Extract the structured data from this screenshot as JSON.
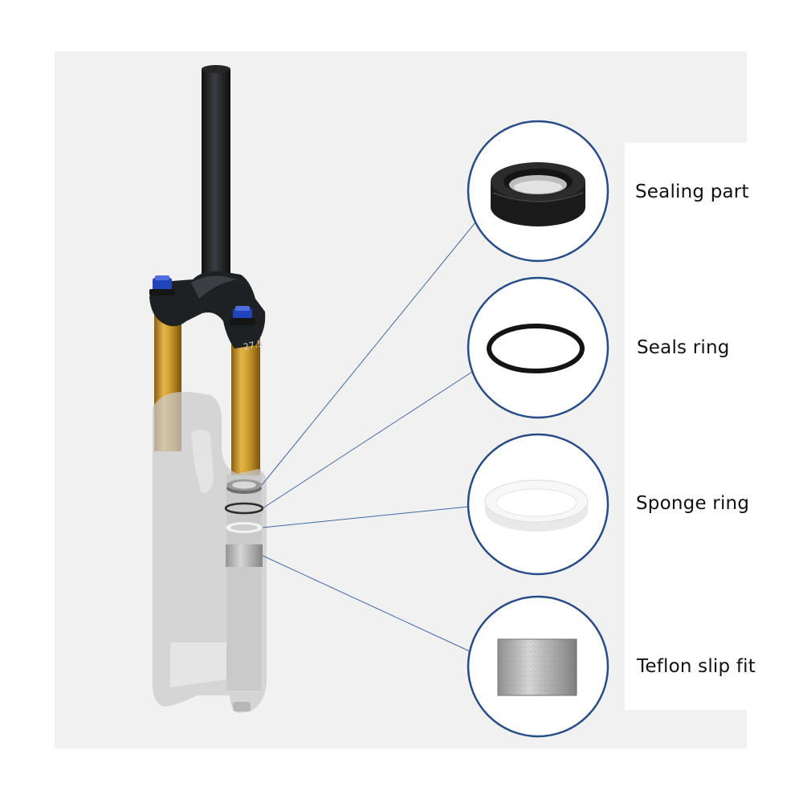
{
  "fork": {
    "crown_marking": "27.5"
  },
  "parts": [
    {
      "label": "Sealing part"
    },
    {
      "label": "Seals ring"
    },
    {
      "label": "Sponge ring"
    },
    {
      "label": "Teflon slip fit"
    }
  ],
  "colors": {
    "panel": "#f1f1f1",
    "leader_line": "#3f6aa6",
    "circle_border": "#264c8a",
    "stanchion_gold": "#c99a2e",
    "adjuster_blue": "#2244bb"
  }
}
